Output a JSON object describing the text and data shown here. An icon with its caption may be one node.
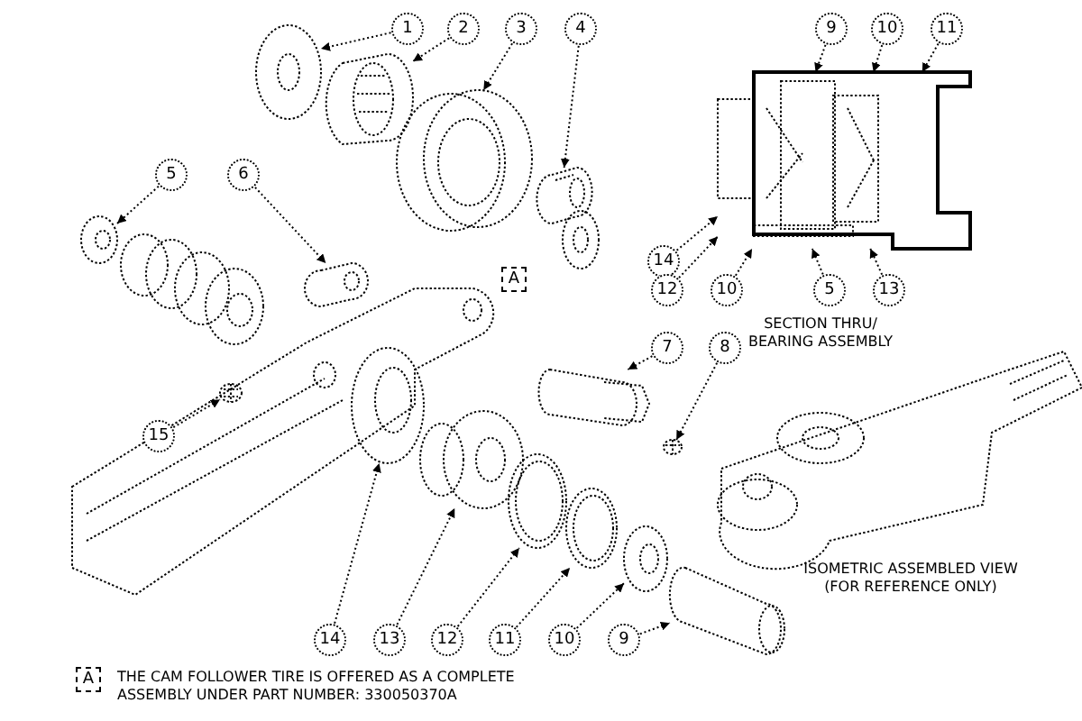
{
  "diagram": {
    "nodes": [
      {
        "text": [
          "1"
        ]
      },
      {
        "text": [
          "2"
        ]
      },
      {
        "text": [
          "3"
        ]
      },
      {
        "text": [
          "4"
        ]
      },
      {
        "text": [
          "9"
        ]
      },
      {
        "text": [
          "10"
        ]
      },
      {
        "text": [
          "11"
        ]
      },
      {
        "text": [
          "5"
        ]
      },
      {
        "text": [
          "6"
        ]
      },
      {
        "text": [
          "A"
        ]
      },
      {
        "text": [
          "14"
        ]
      },
      {
        "text": [
          "12"
        ]
      },
      {
        "text": [
          "10"
        ]
      },
      {
        "text": [
          "5"
        ]
      },
      {
        "text": [
          "13"
        ]
      },
      {
        "text": [
          "7"
        ]
      },
      {
        "text": [
          "8"
        ]
      },
      {
        "text": [
          "15"
        ]
      },
      {
        "text": [
          "14"
        ]
      },
      {
        "text": [
          "13"
        ]
      },
      {
        "text": [
          "12"
        ]
      },
      {
        "text": [
          "11"
        ]
      },
      {
        "text": [
          "10"
        ]
      },
      {
        "text": [
          "9"
        ]
      },
      {
        "text": [
          "A"
        ],
        "beside": [
          "THE CAM FOLLOWER TIRE IS OFFERED AS A COMPLETE ASSEMBLY UNDER PART NUMBER: 330050370A"
        ]
      },
      {
        "text": [],
        "shape": "picture"
      },
      {
        "text": [],
        "shape": "picture"
      },
      {
        "text": [],
        "shape": "picture"
      },
      {
        "text": [],
        "shape": "picture"
      },
      {
        "text": [],
        "shape": "picture"
      },
      {
        "text": [],
        "shape": "picture"
      },
      {
        "text": [],
        "shape": "picture"
      },
      {
        "text": [],
        "shape": "picture"
      },
      {
        "text": [],
        "shape": "picture"
      },
      {
        "text": [],
        "shape": "picture"
      },
      {
        "text": [],
        "shape": "picture"
      },
      {
        "text": [],
        "shape": "picture"
      },
      {
        "text": [],
        "shape": "picture"
      },
      {
        "text": [],
        "shape": "picture"
      },
      {
        "text": [],
        "shape": "picture"
      },
      {
        "text": [],
        "shape": "picture"
      }
    ],
    "edges": [
      {
        "from": 0,
        "to": 25,
        "arrow": "to"
      },
      {
        "from": 1,
        "to": 26,
        "arrow": "to"
      },
      {
        "from": 2,
        "to": 27,
        "arrow": "to"
      },
      {
        "from": 3,
        "to": 28,
        "arrow": "to"
      },
      {
        "from": 4,
        "to": 40,
        "arrow": "to"
      },
      {
        "from": 5,
        "to": 40,
        "arrow": "to"
      },
      {
        "from": 6,
        "to": 40,
        "arrow": "to"
      },
      {
        "from": 7,
        "to": 29,
        "arrow": "to"
      },
      {
        "from": 8,
        "to": 30,
        "arrow": "to"
      },
      {
        "from": 10,
        "to": 40,
        "arrow": "to"
      },
      {
        "from": 11,
        "to": 40,
        "arrow": "to"
      },
      {
        "from": 12,
        "to": 40,
        "arrow": "to"
      },
      {
        "from": 13,
        "to": 40,
        "arrow": "to"
      },
      {
        "from": 14,
        "to": 40,
        "arrow": "to"
      },
      {
        "from": 15,
        "to": 33,
        "arrow": "to"
      },
      {
        "from": 16,
        "to": 34,
        "arrow": "to"
      },
      {
        "from": 17,
        "to": 32,
        "arrow": "to"
      },
      {
        "from": 18,
        "to": 31,
        "arrow": "to"
      },
      {
        "from": 19,
        "to": 35,
        "arrow": "to"
      },
      {
        "from": 20,
        "to": 36,
        "arrow": "to"
      },
      {
        "from": 21,
        "to": 37,
        "arrow": "to"
      },
      {
        "from": 22,
        "to": 38,
        "arrow": "to"
      },
      {
        "from": 23,
        "to": 39,
        "arrow": "to"
      }
    ],
    "labels": [
      "SECTION THRU/ BEARING ASSEMBLY",
      "ISOMETRIC ASSEMBLED VIEW (FOR REFERENCE ONLY)"
    ]
  }
}
